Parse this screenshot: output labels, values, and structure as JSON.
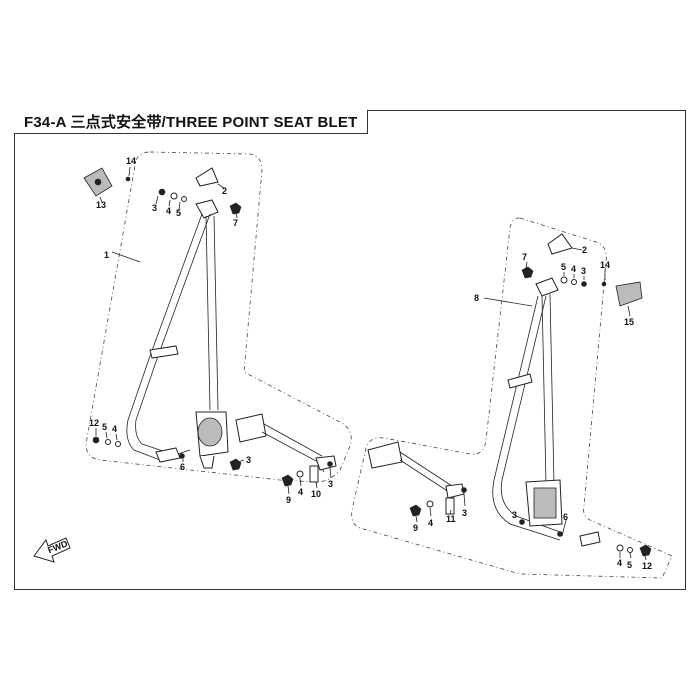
{
  "title": "F34-A 三点式安全带/THREE POINT SEAT BLET",
  "fwd_label": "FWD",
  "callouts": {
    "l14": "14",
    "l13": "13",
    "l2": "2",
    "l3a": "3",
    "l4a": "4",
    "l5a": "5",
    "l7": "7",
    "l1": "1",
    "l12": "12",
    "l5b": "5",
    "l4b": "4",
    "l6": "6",
    "l3b": "3",
    "l9": "9",
    "l4c": "4",
    "l10": "10",
    "l3c": "3",
    "r7": "7",
    "r5": "5",
    "r4": "4",
    "r3": "3",
    "r14": "14",
    "r2": "2",
    "r15": "15",
    "r8": "8",
    "r9": "9",
    "r4b": "4",
    "r11": "11",
    "r3b": "3",
    "r3c": "3",
    "r6": "6",
    "r4c": "4",
    "r5c": "5",
    "r12": "12"
  }
}
